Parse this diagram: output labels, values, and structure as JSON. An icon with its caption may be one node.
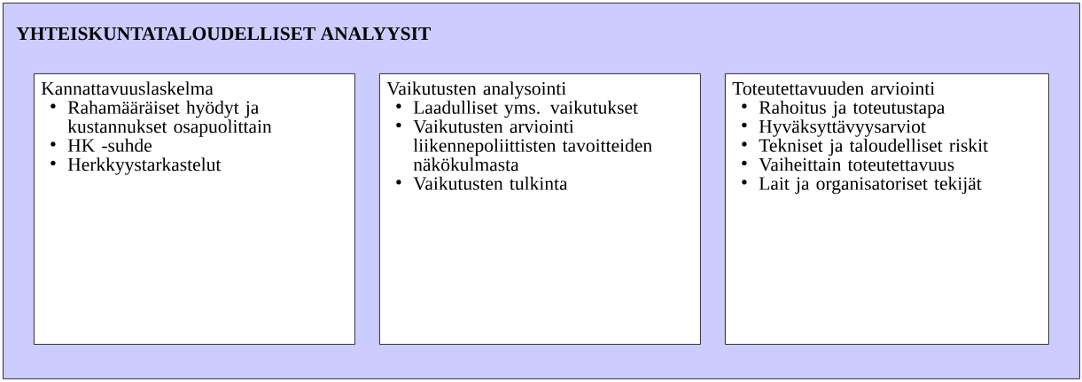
{
  "diagram": {
    "nodes": [
      {
        "text": [
          "YHTEISKUNTATALOUDELLISET ANALYYSIT"
        ]
      },
      {
        "text": [
          "Kannattavuuslaskelma",
          "Rahamääräiset hyödyt ja kustannukset osapuolittain",
          "HK -suhde",
          "Herkkyystarkastelut"
        ],
        "in": 0
      },
      {
        "text": [
          "Vaikutusten analysointi",
          "Laadulliset yms. vaikutukset",
          "Vaikutusten arviointi liikennepoliittisten tavoitteiden näkökulmasta",
          "Vaikutusten tulkinta"
        ],
        "in": 0
      },
      {
        "text": [
          "Toteutettavuuden arviointi",
          "Rahoitus ja toteutustapa",
          "Hyväksyttävyysarviot",
          "Tekniset ja taloudelliset riskit",
          "Vaiheittain toteutettavuus",
          "Lait ja organisatoriset tekijät"
        ],
        "in": 0
      }
    ]
  }
}
